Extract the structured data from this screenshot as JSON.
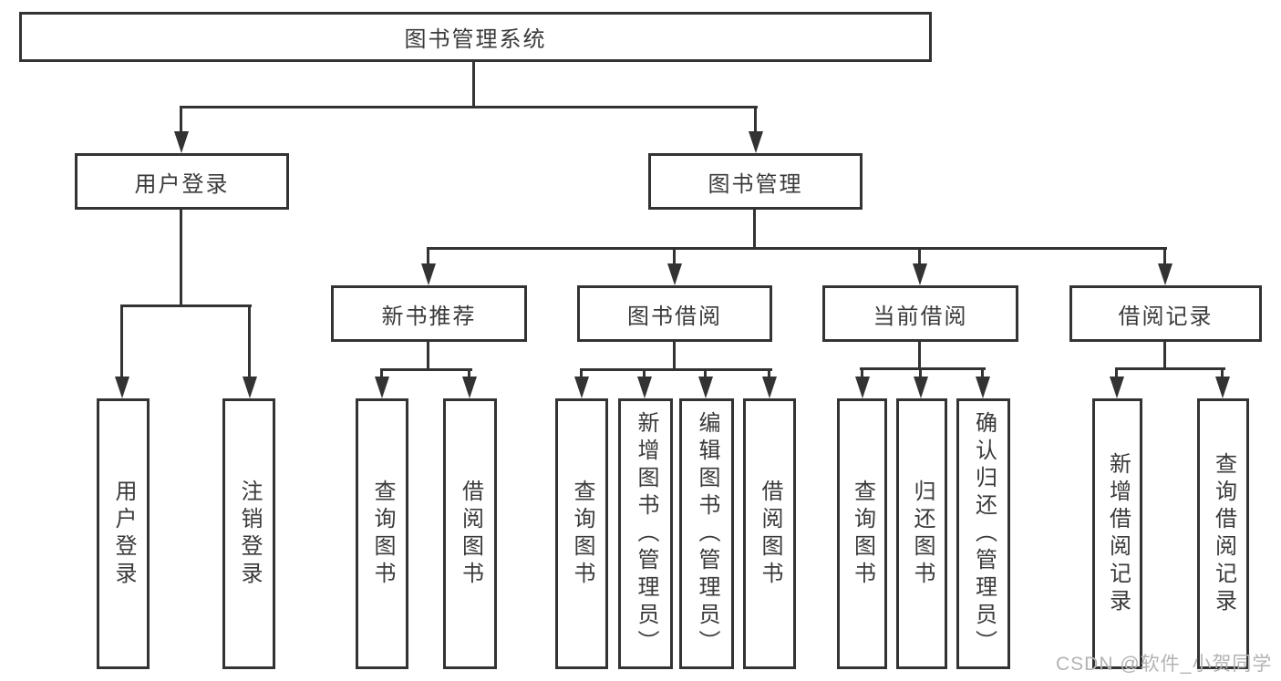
{
  "diagram": {
    "type": "hierarchy-tree",
    "root": {
      "label": "图书管理系统"
    },
    "level2": [
      {
        "label": "用户登录",
        "parent": "图书管理系统"
      },
      {
        "label": "图书管理",
        "parent": "图书管理系统"
      }
    ],
    "level3": [
      {
        "label": "新书推荐",
        "parent": "图书管理"
      },
      {
        "label": "图书借阅",
        "parent": "图书管理"
      },
      {
        "label": "当前借阅",
        "parent": "图书管理"
      },
      {
        "label": "借阅记录",
        "parent": "图书管理"
      }
    ],
    "leaves": [
      {
        "label": "用户登录",
        "parent": "用户登录"
      },
      {
        "label": "注销登录",
        "parent": "用户登录"
      },
      {
        "label": "查询图书",
        "parent": "新书推荐"
      },
      {
        "label": "借阅图书",
        "parent": "新书推荐"
      },
      {
        "label": "查询图书",
        "parent": "图书借阅"
      },
      {
        "label": "新增图书（管理员）",
        "parent": "图书借阅"
      },
      {
        "label": "编辑图书（管理员）",
        "parent": "图书借阅"
      },
      {
        "label": "借阅图书",
        "parent": "图书借阅"
      },
      {
        "label": "查询图书",
        "parent": "当前借阅"
      },
      {
        "label": "归还图书",
        "parent": "当前借阅"
      },
      {
        "label": "确认归还（管理员）",
        "parent": "当前借阅"
      },
      {
        "label": "新增借阅记录",
        "parent": "借阅记录"
      },
      {
        "label": "查询借阅记录",
        "parent": "借阅记录"
      }
    ],
    "colors": {
      "line": "#333333",
      "text": "#3a3a3a",
      "background": "#ffffff",
      "watermark": "#b3b3b3"
    }
  },
  "watermark": {
    "text": "CSDN @软件_小贺同学"
  }
}
